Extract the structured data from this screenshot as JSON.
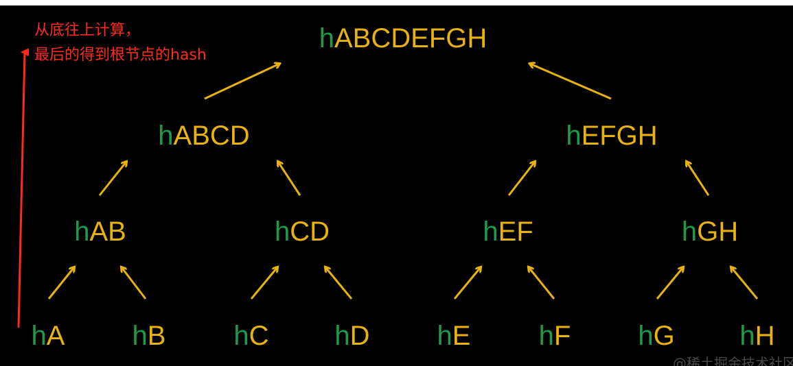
{
  "diagram": {
    "annotation": {
      "line1": "从底往上计算，",
      "line2": "最后的得到根节点的hash"
    },
    "root": {
      "prefix": "h",
      "label": "ABCDEFGH"
    },
    "level2": [
      {
        "prefix": "h",
        "label": "ABCD"
      },
      {
        "prefix": "h",
        "label": "EFGH"
      }
    ],
    "level3": [
      {
        "prefix": "h",
        "label": "AB"
      },
      {
        "prefix": "h",
        "label": "CD"
      },
      {
        "prefix": "h",
        "label": "EF"
      },
      {
        "prefix": "h",
        "label": "GH"
      }
    ],
    "leaves": [
      {
        "prefix": "h",
        "label": "A"
      },
      {
        "prefix": "h",
        "label": "B"
      },
      {
        "prefix": "h",
        "label": "C"
      },
      {
        "prefix": "h",
        "label": "D"
      },
      {
        "prefix": "h",
        "label": "E"
      },
      {
        "prefix": "h",
        "label": "F"
      },
      {
        "prefix": "h",
        "label": "G"
      },
      {
        "prefix": "h",
        "label": "H"
      }
    ],
    "watermark": "@稀土掘金技术社区",
    "colors": {
      "background": "#000000",
      "hash_prefix": "#1f9a4a",
      "node_label": "#e8b20f",
      "arrow": "#e8b20f",
      "annotation": "#ff2a1a"
    }
  }
}
